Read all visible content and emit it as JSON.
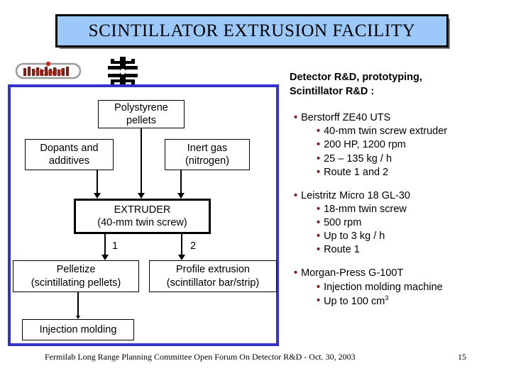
{
  "slide": {
    "title": "SCINTILLATOR EXTRUSION FACILITY",
    "title_bg": "#9CC8FA",
    "panel_border_color": "#3333CC",
    "bullet_color": "#8B2020"
  },
  "logos": {
    "nicadd": "nicadd",
    "fermilab": "fermilab-logo"
  },
  "flowchart": {
    "boxes": [
      {
        "id": "polystyrene",
        "line1": "Polystyrene",
        "line2": "pellets"
      },
      {
        "id": "dopants",
        "line1": "Dopants and",
        "line2": "additives"
      },
      {
        "id": "inertgas",
        "line1": "Inert gas",
        "line2": "(nitrogen)"
      },
      {
        "id": "extruder",
        "line1": "EXTRUDER",
        "line2": "(40-mm twin screw)"
      },
      {
        "id": "pelletize",
        "line1": "Pelletize",
        "line2": "(scintillating pellets)"
      },
      {
        "id": "profile",
        "line1": "Profile extrusion",
        "line2": "(scintillator bar/strip)"
      },
      {
        "id": "injection",
        "line1": "Injection molding",
        "line2": ""
      }
    ],
    "route_labels": {
      "route1": "1",
      "route2": "2"
    }
  },
  "details": {
    "heading_line1": "Detector R&D, prototyping,",
    "heading_line2": "Scintillator R&D :",
    "groups": [
      {
        "title": "Berstorff ZE40 UTS",
        "items": [
          "40-mm twin screw extruder",
          "200 HP, 1200 rpm",
          "25 – 135 kg / h",
          "Route 1 and 2"
        ]
      },
      {
        "title": "Leistritz Micro 18 GL-30",
        "items": [
          "18-mm twin screw",
          "500 rpm",
          "Up to 3 kg / h",
          "Route 1"
        ]
      },
      {
        "title": "Morgan-Press G-100T",
        "items": [
          "Injection molding machine",
          "Up to 100 cm"
        ],
        "last_item_superscript": "3"
      }
    ]
  },
  "footer": {
    "text": "Fermilab Long Range Planning Committee Open Forum On Detector R&D - Oct. 30, 2003",
    "page_number": "15"
  }
}
